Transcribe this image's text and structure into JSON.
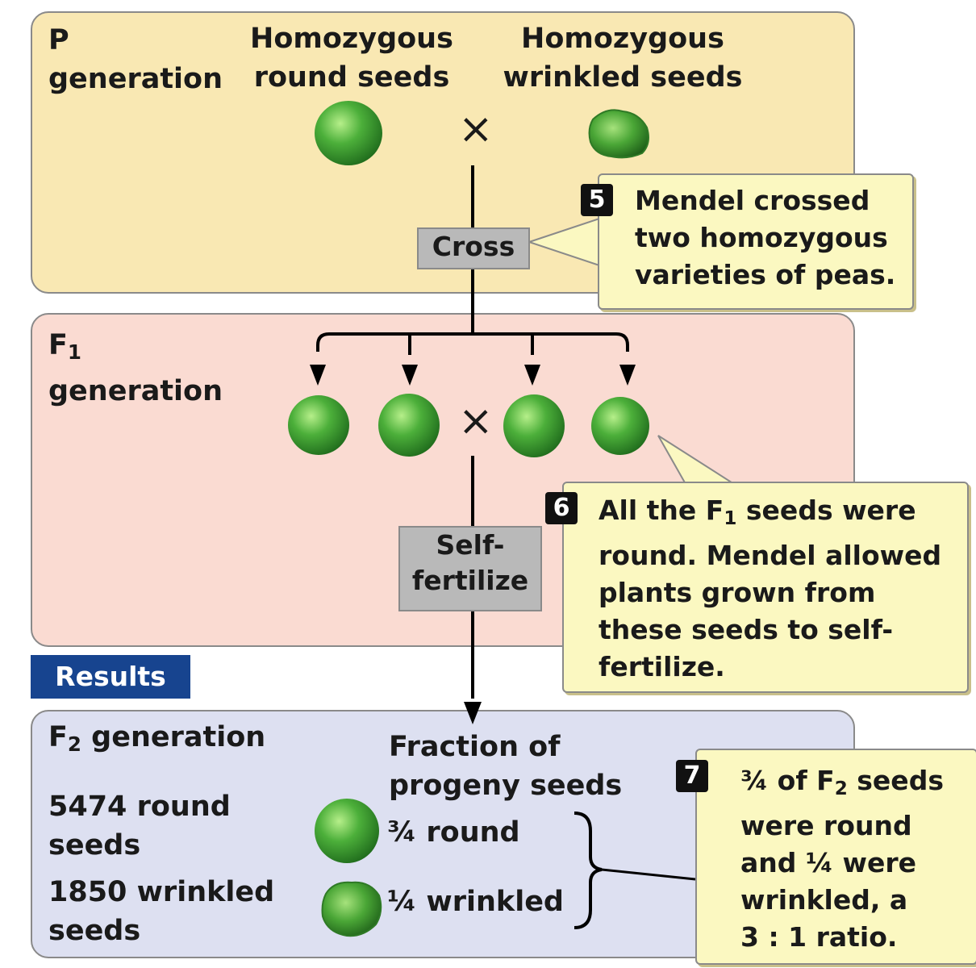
{
  "p_panel": {
    "gen_line1": "P",
    "gen_line2": "generation",
    "left_label_1": "Homozygous",
    "left_label_2": "round seeds",
    "right_label_1": "Homozygous",
    "right_label_2": "wrinkled seeds",
    "cross_symbol": "×",
    "cross_label": "Cross"
  },
  "step5": {
    "number": "5",
    "lines": [
      "Mendel crossed",
      "two homozygous",
      "varieties of peas."
    ]
  },
  "f1_panel": {
    "gen_prefix": "F",
    "gen_sub": "1",
    "gen_line2": "generation",
    "cross_symbol": "×",
    "self_label_1": "Self-",
    "self_label_2": "fertilize"
  },
  "step6": {
    "number": "6",
    "line1_a": "All the F",
    "line1_sub": "1",
    "line1_b": " seeds were",
    "lines": [
      "round. Mendel allowed",
      "plants grown from",
      "these seeds to self-",
      "fertilize."
    ]
  },
  "results_label": "Results",
  "f2_panel": {
    "gen_prefix": "F",
    "gen_sub": "2",
    "gen_suffix": " generation",
    "round_count_1": "5474 round",
    "round_count_2": "seeds",
    "wrinkled_count_1": "1850 wrinkled",
    "wrinkled_count_2": "seeds",
    "fraction_header_1": "Fraction of",
    "fraction_header_2": "progeny seeds",
    "round_fraction": "¾ round",
    "wrinkled_fraction": "¼ wrinkled"
  },
  "step7": {
    "number": "7",
    "line1_a": "¾ of F",
    "line1_sub": "2",
    "line1_b": " seeds",
    "lines": [
      "were round",
      "and ¼ were",
      "wrinkled, a",
      "3 : 1 ratio."
    ]
  },
  "colors": {
    "p_panel_bg": "#f9e8b3",
    "f1_panel_bg": "#fadbd2",
    "f2_panel_bg": "#dde0f1",
    "callout_bg": "#fbf8c1",
    "results_bg": "#17448f",
    "pea_green": "#4caf3a"
  }
}
